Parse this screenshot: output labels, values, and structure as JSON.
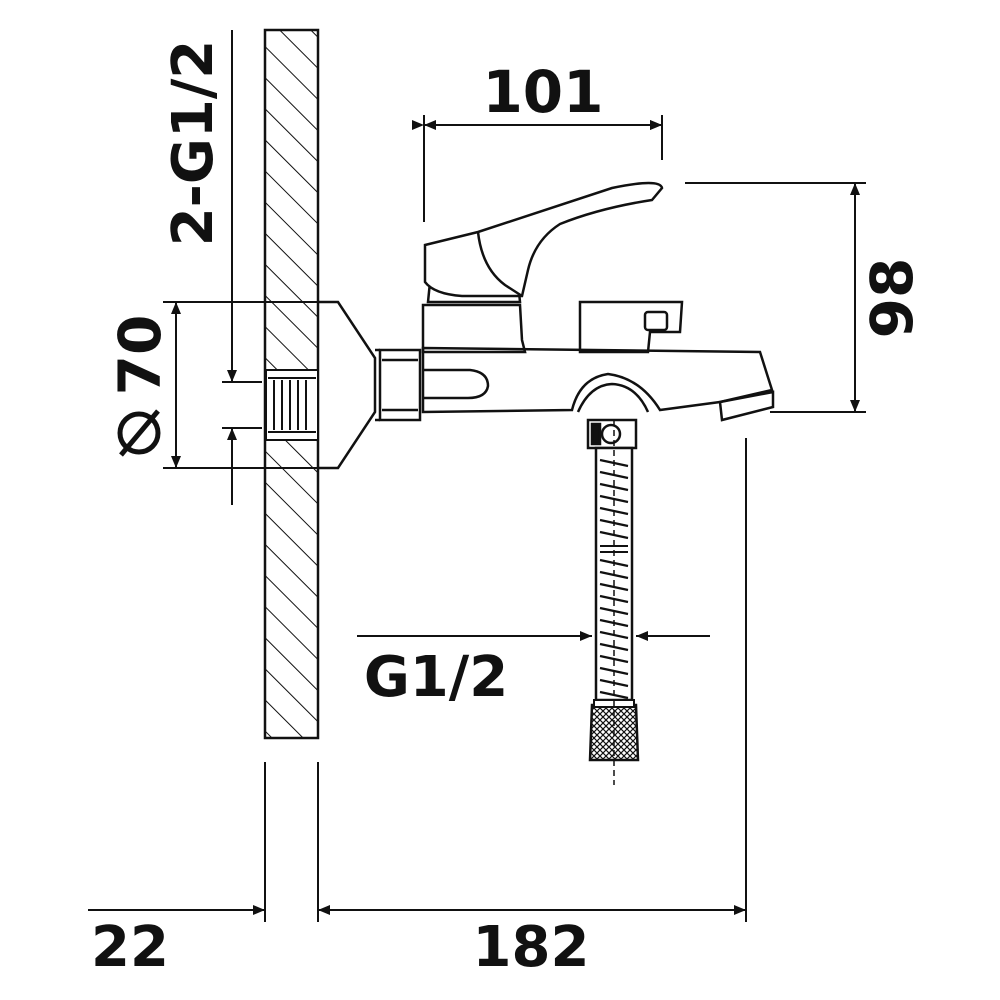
{
  "dimensions": {
    "spout_width": "101",
    "height": "98",
    "diameter": "70",
    "inlet_thread": "2-G1/2",
    "outlet_thread": "G1/2",
    "wall_gap": "22",
    "projection": "182"
  },
  "symbols": {
    "diameter_symbol": "diameter-symbol"
  },
  "colors": {
    "line": "#111111",
    "background": "#ffffff"
  }
}
